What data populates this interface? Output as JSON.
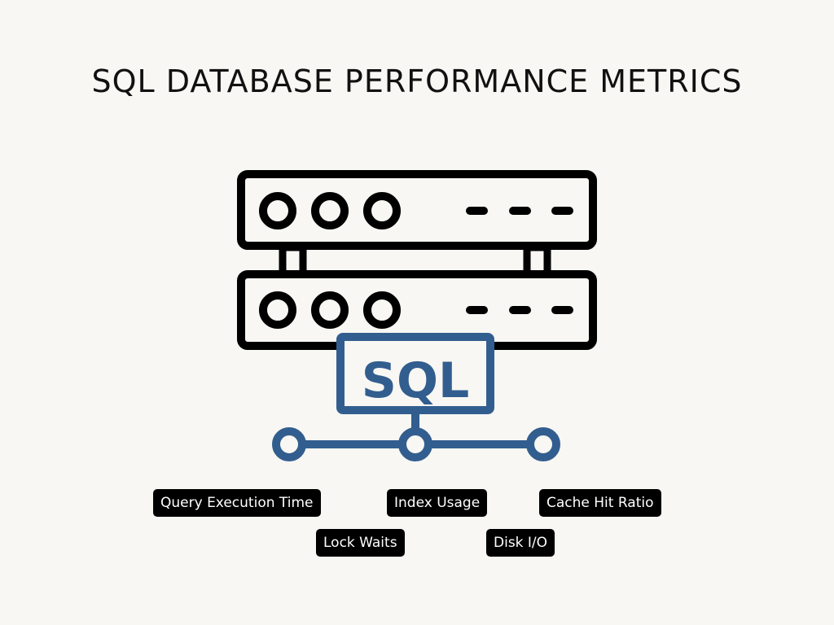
{
  "title": "SQL DATABASE PERFORMANCE METRICS",
  "icon": {
    "server": "server-rack-icon",
    "badge_text": "SQL",
    "accent": "#325e8f",
    "stroke": "#000000"
  },
  "metrics": [
    {
      "label": "Query Execution Time"
    },
    {
      "label": "Index Usage"
    },
    {
      "label": "Cache Hit Ratio"
    },
    {
      "label": "Lock Waits"
    },
    {
      "label": "Disk I/O"
    }
  ]
}
